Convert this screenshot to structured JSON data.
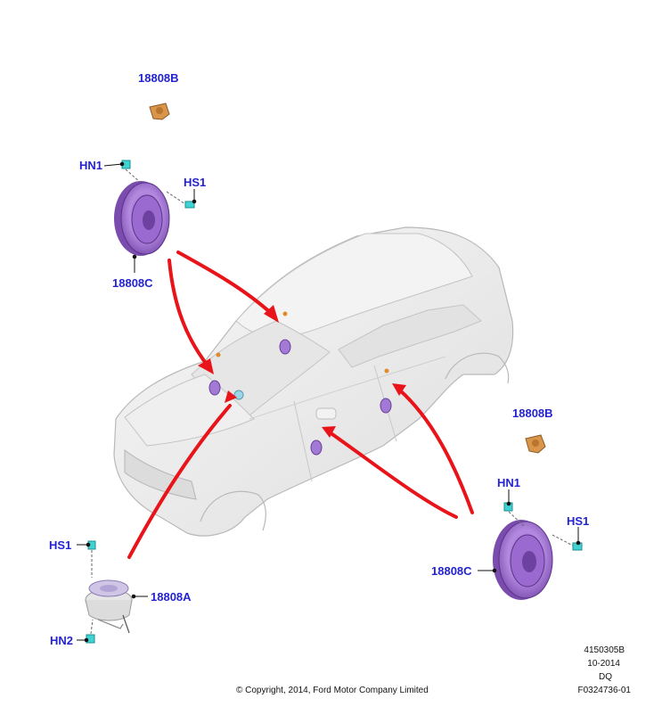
{
  "callouts": {
    "tweeter_top": "18808B",
    "tweeter_right": "18808B",
    "hn1_left": "HN1",
    "hs1_left": "HS1",
    "door_speaker_left": "18808C",
    "hn1_right": "HN1",
    "hs1_right": "HS1",
    "door_speaker_right": "18808C",
    "hs1_center": "HS1",
    "center_speaker": "18808A",
    "hn2_center": "HN2"
  },
  "footer": {
    "code1": "4150305B",
    "date": "10-2014",
    "initials": "DQ",
    "figure": "F0324736-01",
    "copyright": "© Copyright, 2014, Ford Motor Company Limited"
  },
  "colors": {
    "callout_text": "#2323d2",
    "arrow": "#e8141a",
    "speaker_purple": "#b48ae0",
    "speaker_dark": "#6a3f9a",
    "tweeter_orange": "#d9964a",
    "fastener_cyan": "#3fd3d3",
    "car_body": "#ececec",
    "car_line": "#b9b9b9"
  }
}
